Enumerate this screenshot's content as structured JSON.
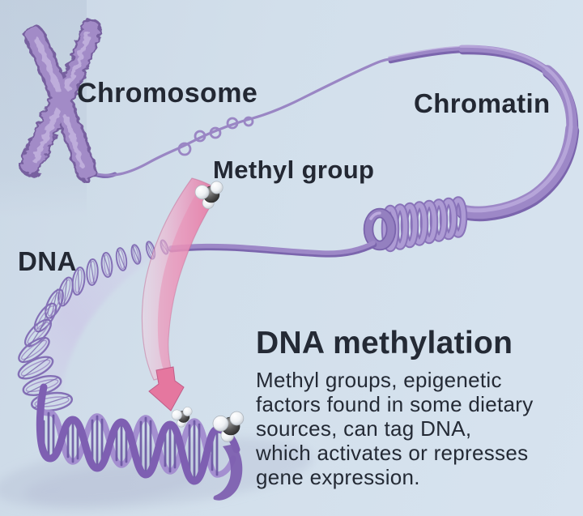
{
  "figure": {
    "type": "science-illustration",
    "topic": "DNA methylation",
    "labels": {
      "chromosome": "Chromosome",
      "chromatin": "Chromatin",
      "methyl_group": "Methyl group",
      "dna": "DNA"
    },
    "infobox": {
      "title": "DNA methylation",
      "lines": [
        "Methyl groups, epigenetic",
        "factors found in some dietary",
        "sources, can tag DNA,",
        "which activates or represses",
        "gene expression."
      ]
    },
    "icons": [
      {
        "name": "methyl-molecule-icon",
        "meaning": "CH3 methyl group ball model",
        "count": 3
      }
    ],
    "colors": {
      "background": "#d2dfeb",
      "background_seam": "#b9c7da",
      "text": "#232833",
      "purple_deep": "#6f58a4",
      "purple_mid": "#8d77bd",
      "purple_light": "#b6a5d8",
      "purple_pale": "#cfc5e8",
      "arrow_pink_pale": "#f6d2e1",
      "arrow_pink_mid": "#ee9fc2",
      "arrow_pink_deep": "#e279a3",
      "molecule_carbon": "#4e4e4e",
      "molecule_hydrogen": "#f4f6f8",
      "ground_shadow": "#b5bfd5"
    }
  }
}
